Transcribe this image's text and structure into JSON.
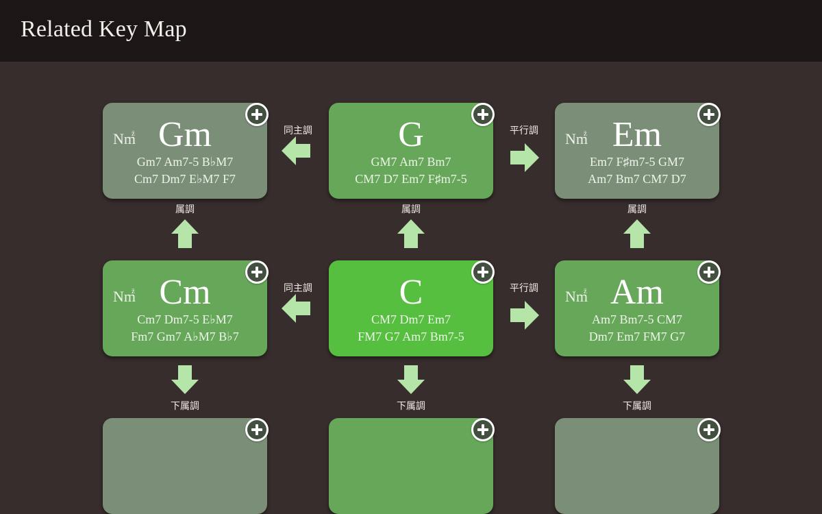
{
  "app": {
    "title": "Related Key Map"
  },
  "cards": {
    "gm": {
      "key": "Gm",
      "chords_line1": "Gm7 Am7-5 B♭M7",
      "chords_line2": "Cm7 Dm7 E♭M7 F7",
      "badge": "Nm",
      "badge_small": "ž"
    },
    "g": {
      "key": "G",
      "chords_line1": "GM7 Am7 Bm7",
      "chords_line2": "CM7 D7 Em7 F♯m7-5"
    },
    "em": {
      "key": "Em",
      "chords_line1": "Em7 F♯m7-5 GM7",
      "chords_line2": "Am7 Bm7 CM7 D7",
      "badge": "Nm",
      "badge_small": "ž"
    },
    "cm": {
      "key": "Cm",
      "chords_line1": "Cm7 Dm7-5 E♭M7",
      "chords_line2": "Fm7 Gm7 A♭M7 B♭7",
      "badge": "Nm",
      "badge_small": "ž"
    },
    "c": {
      "key": "C",
      "chords_line1": "CM7 Dm7 Em7",
      "chords_line2": "FM7 G7 Am7 Bm7-5"
    },
    "am": {
      "key": "Am",
      "chords_line1": "Am7 Bm7-5 CM7",
      "chords_line2": "Dm7 Em7 FM7 G7",
      "badge": "Nm",
      "badge_small": "ž"
    }
  },
  "relations": {
    "same_tonic": "同主調",
    "relative": "平行調",
    "dominant": "属調",
    "subdominant": "下属調"
  },
  "colors": {
    "background": "#372d2c",
    "topbar": "#1c1716",
    "card_main": "#56bf3f",
    "card_related": "#66a759",
    "card_distant": "#7b8f78",
    "arrow": "#b5e5a8"
  },
  "icons": {
    "add": "plus-circle-icon",
    "arrow": "arrow-icon"
  }
}
